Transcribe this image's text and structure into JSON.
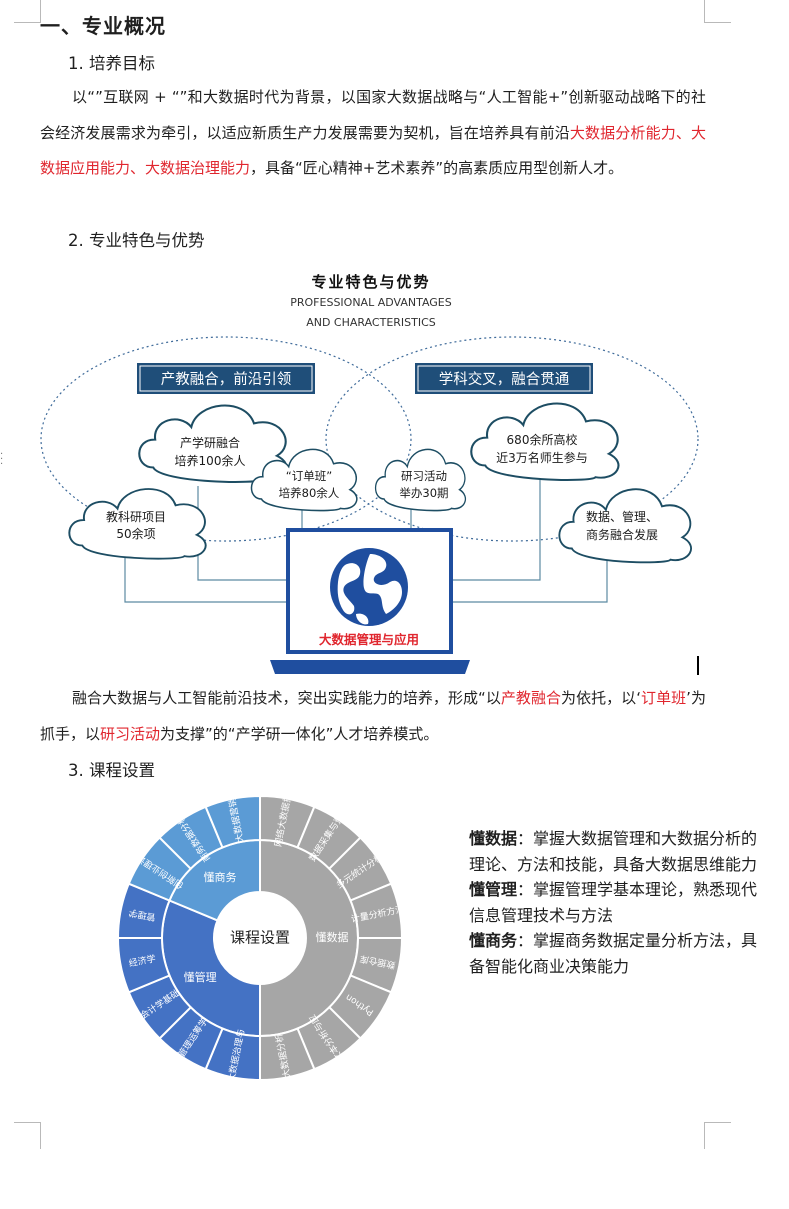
{
  "heading": "一、专业概况",
  "section1": {
    "title": "1. 培养目标",
    "para_a": "以“”互联网 + “”和大数据时代为背景，以国家大数据战略与“人工智能+”创新驱动战略下的社会经济发展需求为牵引，以适应新质生产力发展需要为契机，旨在培养具有前沿",
    "para_red": "大数据分析能力、大数据应用能力、大数据治理能力",
    "para_b": "，具备“匠心精神+艺术素养”的高素质应用型创新人才。"
  },
  "section2": {
    "title": "2. 专业特色与优势",
    "diagram": {
      "title_cn": "专业特色与优势",
      "title_en_1": "PROFESSIONAL ADVANTAGES",
      "title_en_2": "AND CHARACTERISTICS",
      "left_banner": "产教融合，前沿引领",
      "right_banner": "学科交叉，融合贯通",
      "cloud_left_top_1": "产学研融合",
      "cloud_left_top_2": "培养100余人",
      "cloud_left_bottom_1": "教科研项目",
      "cloud_left_bottom_2": "50余项",
      "cloud_mid_left_1": "“订单班”",
      "cloud_mid_left_2": "培养80余人",
      "cloud_mid_right_1": "研习活动",
      "cloud_mid_right_2": "举办30期",
      "cloud_right_top_1": "680余所高校",
      "cloud_right_top_2": "近3万名师生参与",
      "cloud_right_bottom_1": "数据、管理、",
      "cloud_right_bottom_2": "商务融合发展",
      "laptop_label": "大数据管理与应用"
    },
    "para_a": "融合大数据与人工智能前沿技术，突出实践能力的培养，形成“以",
    "para_red1": "产教融合",
    "para_b": "为依托，以‘",
    "para_red2": "订单班",
    "para_c": "’为抓手，以",
    "para_red3": "研习活动",
    "para_d": "为支撑”的“产学研一体化”人才培养模式。"
  },
  "section3": {
    "title": "3. 课程设置",
    "chart_center": "课程设置",
    "desc": {
      "data_label": "懂数据",
      "data_text": "：掌握大数据管理和大数据分析的理论、方法和技能，具备大数据思维能力",
      "mgmt_label": "懂管理",
      "mgmt_text": "：掌握管理学基本理论，熟悉现代信息管理技术与方法",
      "biz_label": "懂商务",
      "biz_text": "：掌握商务数据定量分析方法，具备智能化商业决策能力"
    }
  },
  "chart_data": {
    "type": "sunburst",
    "center": "课程设置",
    "colors": {
      "data": "#a6a6a6",
      "management": "#4472c4",
      "business": "#5b9bd5"
    },
    "rings": [
      {
        "name": "懂数据",
        "color": "#a6a6a6",
        "children": [
          "网络大数据技术及应用",
          "数据采集与预处理",
          "多元统计分析与建模",
          "计量分析方法与应用",
          "数据仓库",
          "Python程序设计基础",
          "文本分析与应用",
          "大数据分析"
        ]
      },
      {
        "name": "懂管理",
        "color": "#4472c4",
        "children": [
          "大数据治理与数据资产管理",
          "管理运筹学",
          "会计学基础",
          "经济学",
          "管理学"
        ]
      },
      {
        "name": "懂商务",
        "color": "#5b9bd5",
        "children": [
          "创新创业理论与技术",
          "商务数据分析与应用",
          "大数据营销"
        ]
      }
    ]
  }
}
